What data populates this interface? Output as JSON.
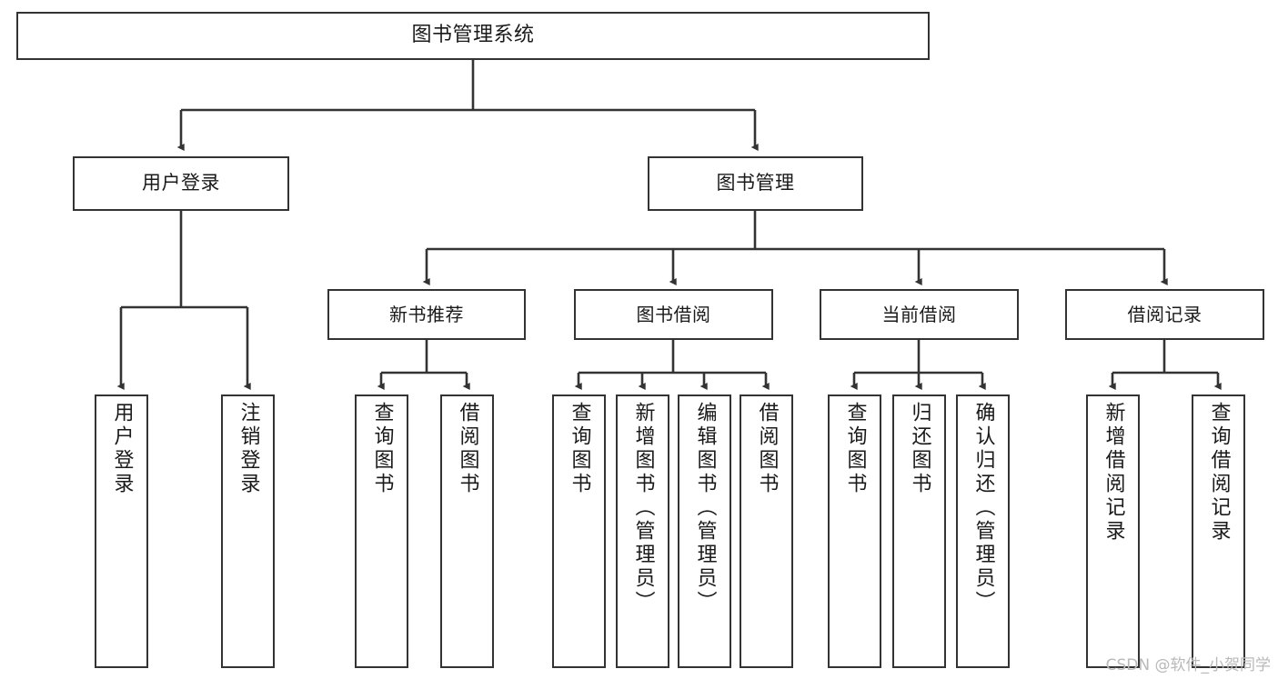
{
  "diagram": {
    "title": "图书管理系统",
    "type": "tree",
    "root": {
      "id": "root",
      "label": "图书管理系统"
    },
    "level2": [
      {
        "id": "n-user-login",
        "label": "用户登录"
      },
      {
        "id": "n-book-manage",
        "label": "图书管理"
      }
    ],
    "level3": [
      {
        "id": "n-new-book-rec",
        "label": "新书推荐"
      },
      {
        "id": "n-book-borrow",
        "label": "图书借阅"
      },
      {
        "id": "n-current-borrow",
        "label": "当前借阅"
      },
      {
        "id": "n-borrow-record",
        "label": "借阅记录"
      }
    ],
    "leaves": [
      {
        "id": "leaf-user-login",
        "label": "用户登录",
        "parent": "n-user-login"
      },
      {
        "id": "leaf-logout",
        "label": "注销登录",
        "parent": "n-user-login"
      },
      {
        "id": "leaf-query-book-1",
        "label": "查询图书",
        "parent": "n-new-book-rec"
      },
      {
        "id": "leaf-borrow-book-1",
        "label": "借阅图书",
        "parent": "n-new-book-rec"
      },
      {
        "id": "leaf-query-book-2",
        "label": "查询图书",
        "parent": "n-book-borrow"
      },
      {
        "id": "leaf-add-book",
        "label": "新增图书（管理员）",
        "parent": "n-book-borrow"
      },
      {
        "id": "leaf-edit-book",
        "label": "编辑图书（管理员）",
        "parent": "n-book-borrow"
      },
      {
        "id": "leaf-borrow-book-2",
        "label": "借阅图书",
        "parent": "n-book-borrow"
      },
      {
        "id": "leaf-query-book-3",
        "label": "查询图书",
        "parent": "n-current-borrow"
      },
      {
        "id": "leaf-return-book",
        "label": "归还图书",
        "parent": "n-current-borrow"
      },
      {
        "id": "leaf-confirm-return",
        "label": "确认归还（管理员）",
        "parent": "n-current-borrow"
      },
      {
        "id": "leaf-add-record",
        "label": "新增借阅记录",
        "parent": "n-borrow-record"
      },
      {
        "id": "leaf-query-record",
        "label": "查询借阅记录",
        "parent": "n-borrow-record"
      }
    ],
    "colors": {
      "border": "#333333",
      "fill": "#ffffff",
      "text": "#1a1a1a",
      "connector": "#333333",
      "watermark": "#b9b9b9"
    }
  },
  "watermark": {
    "text": "CSDN @软件_小贺同学"
  }
}
